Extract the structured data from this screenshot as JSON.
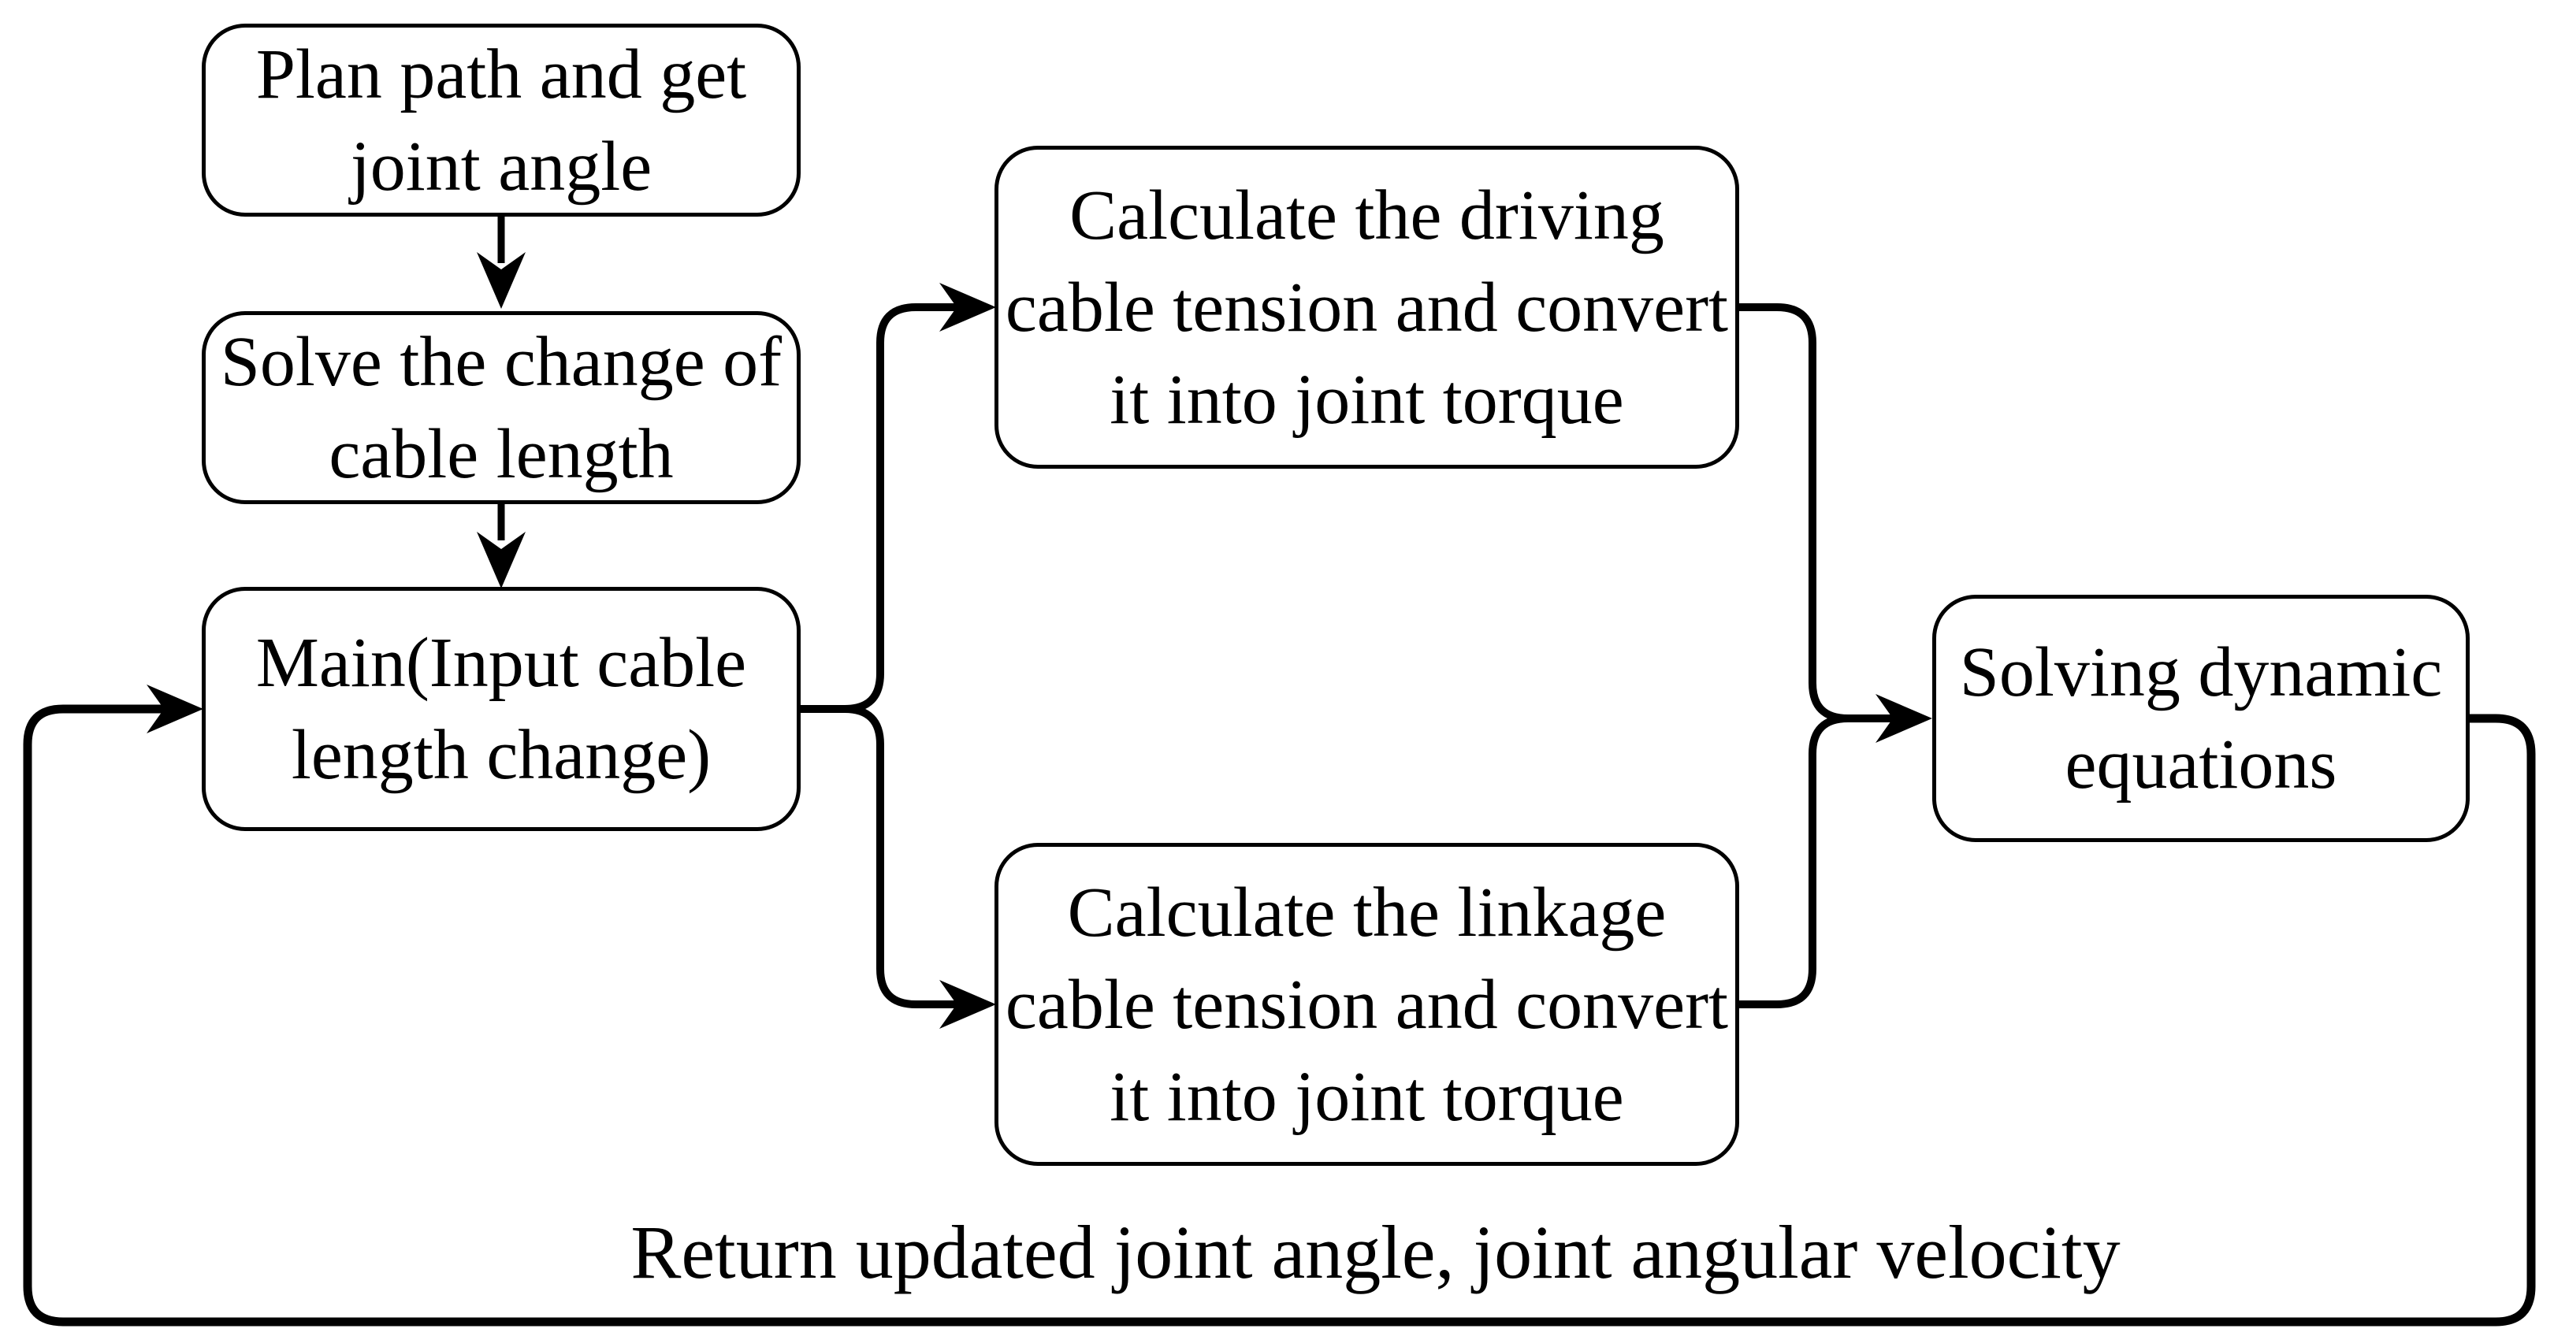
{
  "diagram": {
    "type": "flowchart",
    "colors": {
      "ink": "#000000",
      "paper": "#ffffff"
    },
    "nodes": [
      {
        "id": "plan",
        "label": "Plan path and get\njoint angle"
      },
      {
        "id": "solve",
        "label": "Solve the change of\ncable length"
      },
      {
        "id": "main",
        "label": "Main(Input cable\nlength change)"
      },
      {
        "id": "driving",
        "label": "Calculate the driving\ncable tension and convert\nit into joint torque"
      },
      {
        "id": "linkage",
        "label": "Calculate the linkage\ncable tension and convert\nit into joint torque"
      },
      {
        "id": "dynamic",
        "label": "Solving dynamic\nequations"
      }
    ],
    "edges": [
      {
        "from": "plan",
        "to": "solve"
      },
      {
        "from": "solve",
        "to": "main"
      },
      {
        "from": "main",
        "to": "driving"
      },
      {
        "from": "main",
        "to": "linkage"
      },
      {
        "from": "driving",
        "to": "dynamic"
      },
      {
        "from": "linkage",
        "to": "dynamic"
      },
      {
        "from": "dynamic",
        "to": "main",
        "label": "Return updated joint angle, joint angular velocity"
      }
    ],
    "return_label": "Return updated joint angle, joint angular velocity"
  }
}
